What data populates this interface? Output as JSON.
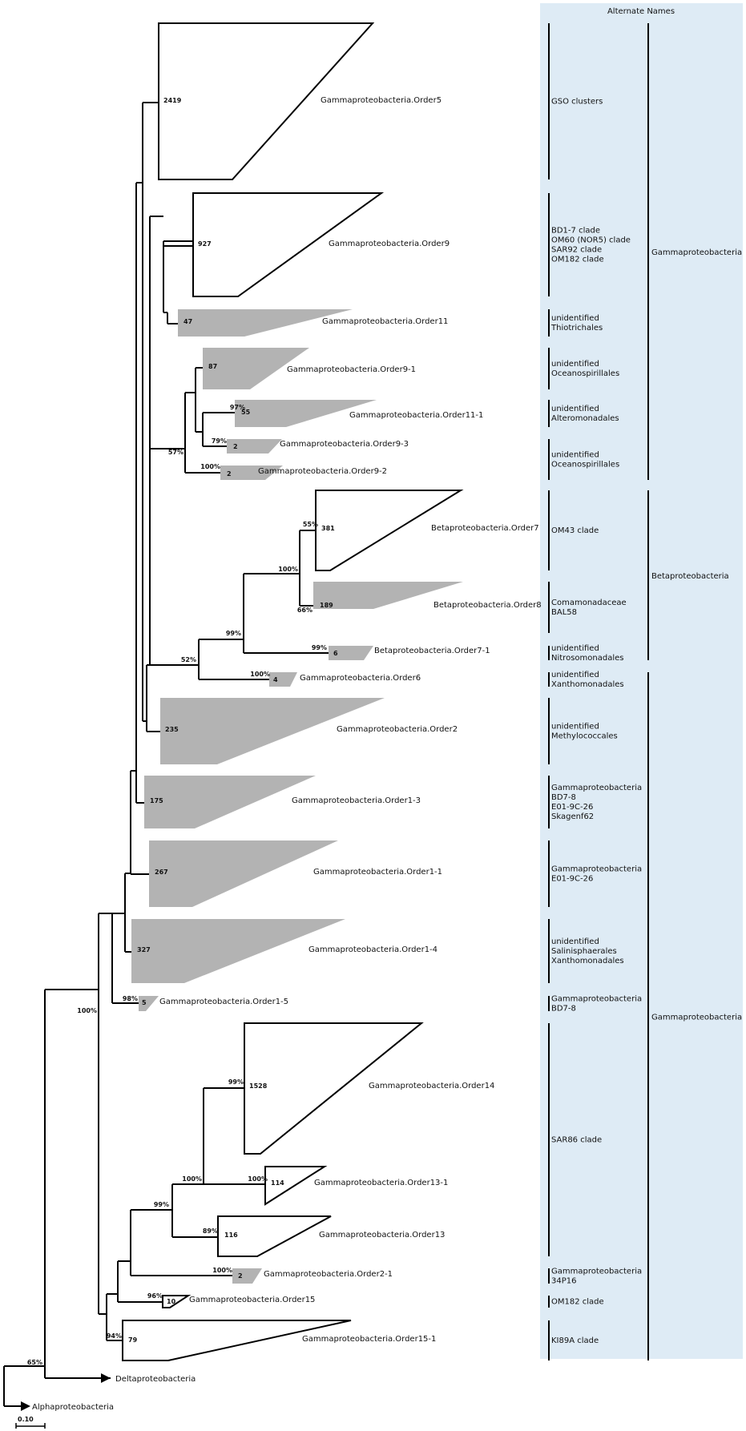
{
  "panel": {
    "header": "Alternate Names"
  },
  "scale": {
    "label": "0.10"
  },
  "clades": [
    {
      "id": "order5",
      "label": "Gammaproteobacteria.Order5",
      "count": "2419",
      "support": "",
      "filled": false
    },
    {
      "id": "order9",
      "label": "Gammaproteobacteria.Order9",
      "count": "927",
      "support": "",
      "filled": false
    },
    {
      "id": "order11",
      "label": "Gammaproteobacteria.Order11",
      "count": "47",
      "support": "",
      "filled": true
    },
    {
      "id": "order9_1",
      "label": "Gammaproteobacteria.Order9-1",
      "count": "87",
      "support": "",
      "filled": true
    },
    {
      "id": "order11_1",
      "label": "Gammaproteobacteria.Order11-1",
      "count": "55",
      "support": "97%",
      "filled": true
    },
    {
      "id": "order9_3",
      "label": "Gammaproteobacteria.Order9-3",
      "count": "2",
      "support": "79%",
      "filled": true
    },
    {
      "id": "order9_2",
      "label": "Gammaproteobacteria.Order9-2",
      "count": "2",
      "support": "100%",
      "filled": true
    },
    {
      "id": "beta7",
      "label": "Betaproteobacteria.Order7",
      "count": "381",
      "support": "55%",
      "filled": false
    },
    {
      "id": "beta8",
      "label": "Betaproteobacteria.Order8",
      "count": "189",
      "support": "66%",
      "filled": true
    },
    {
      "id": "beta7_1",
      "label": "Betaproteobacteria.Order7-1",
      "count": "6",
      "support": "99%",
      "filled": true
    },
    {
      "id": "order6",
      "label": "Gammaproteobacteria.Order6",
      "count": "4",
      "support": "100%",
      "filled": true
    },
    {
      "id": "order2",
      "label": "Gammaproteobacteria.Order2",
      "count": "235",
      "support": "",
      "filled": true
    },
    {
      "id": "order1_3",
      "label": "Gammaproteobacteria.Order1-3",
      "count": "175",
      "support": "",
      "filled": true
    },
    {
      "id": "order1_1",
      "label": "Gammaproteobacteria.Order1-1",
      "count": "267",
      "support": "",
      "filled": true
    },
    {
      "id": "order1_4",
      "label": "Gammaproteobacteria.Order1-4",
      "count": "327",
      "support": "",
      "filled": true
    },
    {
      "id": "order1_5",
      "label": "Gammaproteobacteria.Order1-5",
      "count": "5",
      "support": "98%",
      "filled": true
    },
    {
      "id": "order14",
      "label": "Gammaproteobacteria.Order14",
      "count": "1528",
      "support": "99%",
      "filled": false
    },
    {
      "id": "order13_1",
      "label": "Gammaproteobacteria.Order13-1",
      "count": "114",
      "support": "100%",
      "filled": false
    },
    {
      "id": "order13",
      "label": "Gammaproteobacteria.Order13",
      "count": "116",
      "support": "89%",
      "filled": false
    },
    {
      "id": "order2_1",
      "label": "Gammaproteobacteria.Order2-1",
      "count": "2",
      "support": "100%",
      "filled": true
    },
    {
      "id": "order15",
      "label": "Gammaproteobacteria.Order15",
      "count": "10",
      "support": "96%",
      "filled": false
    },
    {
      "id": "order15_1",
      "label": "Gammaproteobacteria.Order15-1",
      "count": "79",
      "support": "94%",
      "filled": false
    }
  ],
  "internal_supports": [
    {
      "id": "n57",
      "value": "57%"
    },
    {
      "id": "n100beta",
      "value": "100%"
    },
    {
      "id": "n99beta",
      "value": "99%"
    },
    {
      "id": "n52",
      "value": "52%"
    },
    {
      "id": "n100big",
      "value": "100%"
    },
    {
      "id": "n100sar",
      "value": "100%"
    },
    {
      "id": "n99sar",
      "value": "99%"
    },
    {
      "id": "n65",
      "value": "65%"
    }
  ],
  "outgroups": [
    {
      "id": "delta",
      "label": "Deltaproteobacteria"
    },
    {
      "id": "alpha",
      "label": "Alphaproteobacteria"
    }
  ],
  "alternate_names": [
    {
      "lines": [
        "GSO clusters"
      ]
    },
    {
      "lines": [
        "BD1-7 clade",
        "OM60 (NOR5) clade",
        "SAR92 clade",
        "OM182 clade"
      ]
    },
    {
      "lines": [
        "unidentified",
        "Thiotrichales"
      ]
    },
    {
      "lines": [
        "unidentified",
        "Oceanospirillales"
      ]
    },
    {
      "lines": [
        "unidentified",
        "Alteromonadales"
      ]
    },
    {
      "lines": [
        "unidentified",
        "Oceanospirillales"
      ]
    },
    {
      "lines": [
        "OM43 clade"
      ]
    },
    {
      "lines": [
        "Comamonadaceae",
        "BAL58"
      ]
    },
    {
      "lines": [
        "unidentified",
        "Nitrosomonadales"
      ]
    },
    {
      "lines": [
        "unidentified",
        "Xanthomonadales"
      ]
    },
    {
      "lines": [
        "unidentified",
        "Methylococcales"
      ]
    },
    {
      "lines": [
        "Gammaproteobacteria",
        "BD7-8",
        "E01-9C-26",
        "Skagenf62"
      ]
    },
    {
      "lines": [
        "Gammaproteobacteria",
        "E01-9C-26"
      ]
    },
    {
      "lines": [
        "unidentified",
        "Salinisphaerales",
        "Xanthomonadales"
      ]
    },
    {
      "lines": [
        "Gammaproteobacteria",
        "BD7-8"
      ]
    },
    {
      "lines": [
        "SAR86 clade"
      ]
    },
    {
      "lines": [
        "Gammaproteobacteria",
        "34P16"
      ]
    },
    {
      "lines": [
        "OM182 clade"
      ]
    },
    {
      "lines": [
        "KI89A clade"
      ]
    }
  ],
  "class_names": [
    {
      "label": "Gammaproteobacteria"
    },
    {
      "label": "Betaproteobacteria"
    },
    {
      "label": "Gammaproteobacteria"
    }
  ]
}
